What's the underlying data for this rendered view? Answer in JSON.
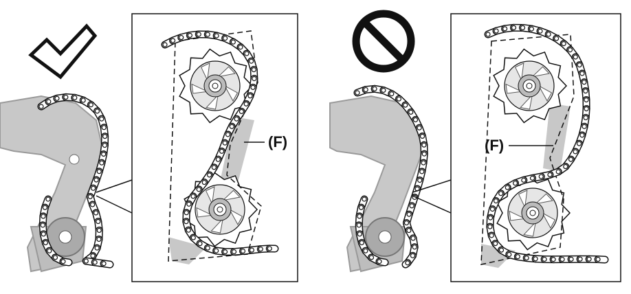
{
  "panels": [
    {
      "status": "correct",
      "status_icon": "checkmark-icon",
      "label": "(F)"
    },
    {
      "status": "incorrect",
      "status_icon": "prohibited-icon",
      "label": "(F)"
    }
  ],
  "colors": {
    "line": "#111111",
    "part_fill": "#c8c8c8",
    "part_dark": "#9a9a9a"
  }
}
